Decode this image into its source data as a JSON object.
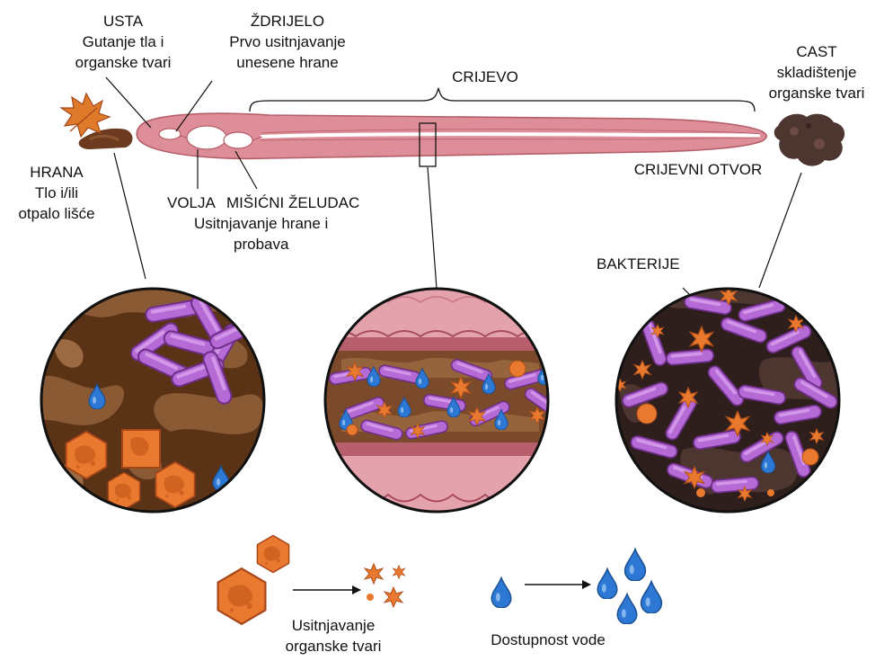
{
  "labels": {
    "usta": {
      "title": "USTA",
      "line1": "Gutanje tla i",
      "line2": "organske tvari"
    },
    "zdrijelo": {
      "title": "ŽDRIJELO",
      "line1": "Prvo usitnjavanje",
      "line2": "unesene hrane"
    },
    "crijevo": "CRIJEVO",
    "cast": {
      "title": "CAST",
      "line1": "skladištenje",
      "line2": "organske tvari"
    },
    "hrana": {
      "title": "HRANA",
      "line1": "Tlo i/ili",
      "line2": "otpalo lišće"
    },
    "volja": "VOLJA",
    "misicni_zeludac": {
      "title": "MIŠIĆNI ŽELUDAC",
      "line1": "Usitnjavanje hrane i",
      "line2": "probava"
    },
    "crijevni_otvor": "CRIJEVNI OTVOR",
    "bakterije": "BAKTERIJE"
  },
  "legend": {
    "organic": {
      "line1": "Usitnjavanje",
      "line2": "organske tvari"
    },
    "water": "Dostupnost vode"
  },
  "colors": {
    "worm_body": "#de8e98",
    "worm_outline": "#b55d68",
    "soil_dark": "#5a3216",
    "soil_light": "#8a5a35",
    "gut_pink": "#e3a2ac",
    "gut_wall": "#b85f6d",
    "cast_dark": "#4d3530",
    "bacteria": "#b66ad6",
    "bacteria_outline": "#6e2f88",
    "organic_orange": "#e8792e",
    "water_blue": "#2c78d4"
  }
}
